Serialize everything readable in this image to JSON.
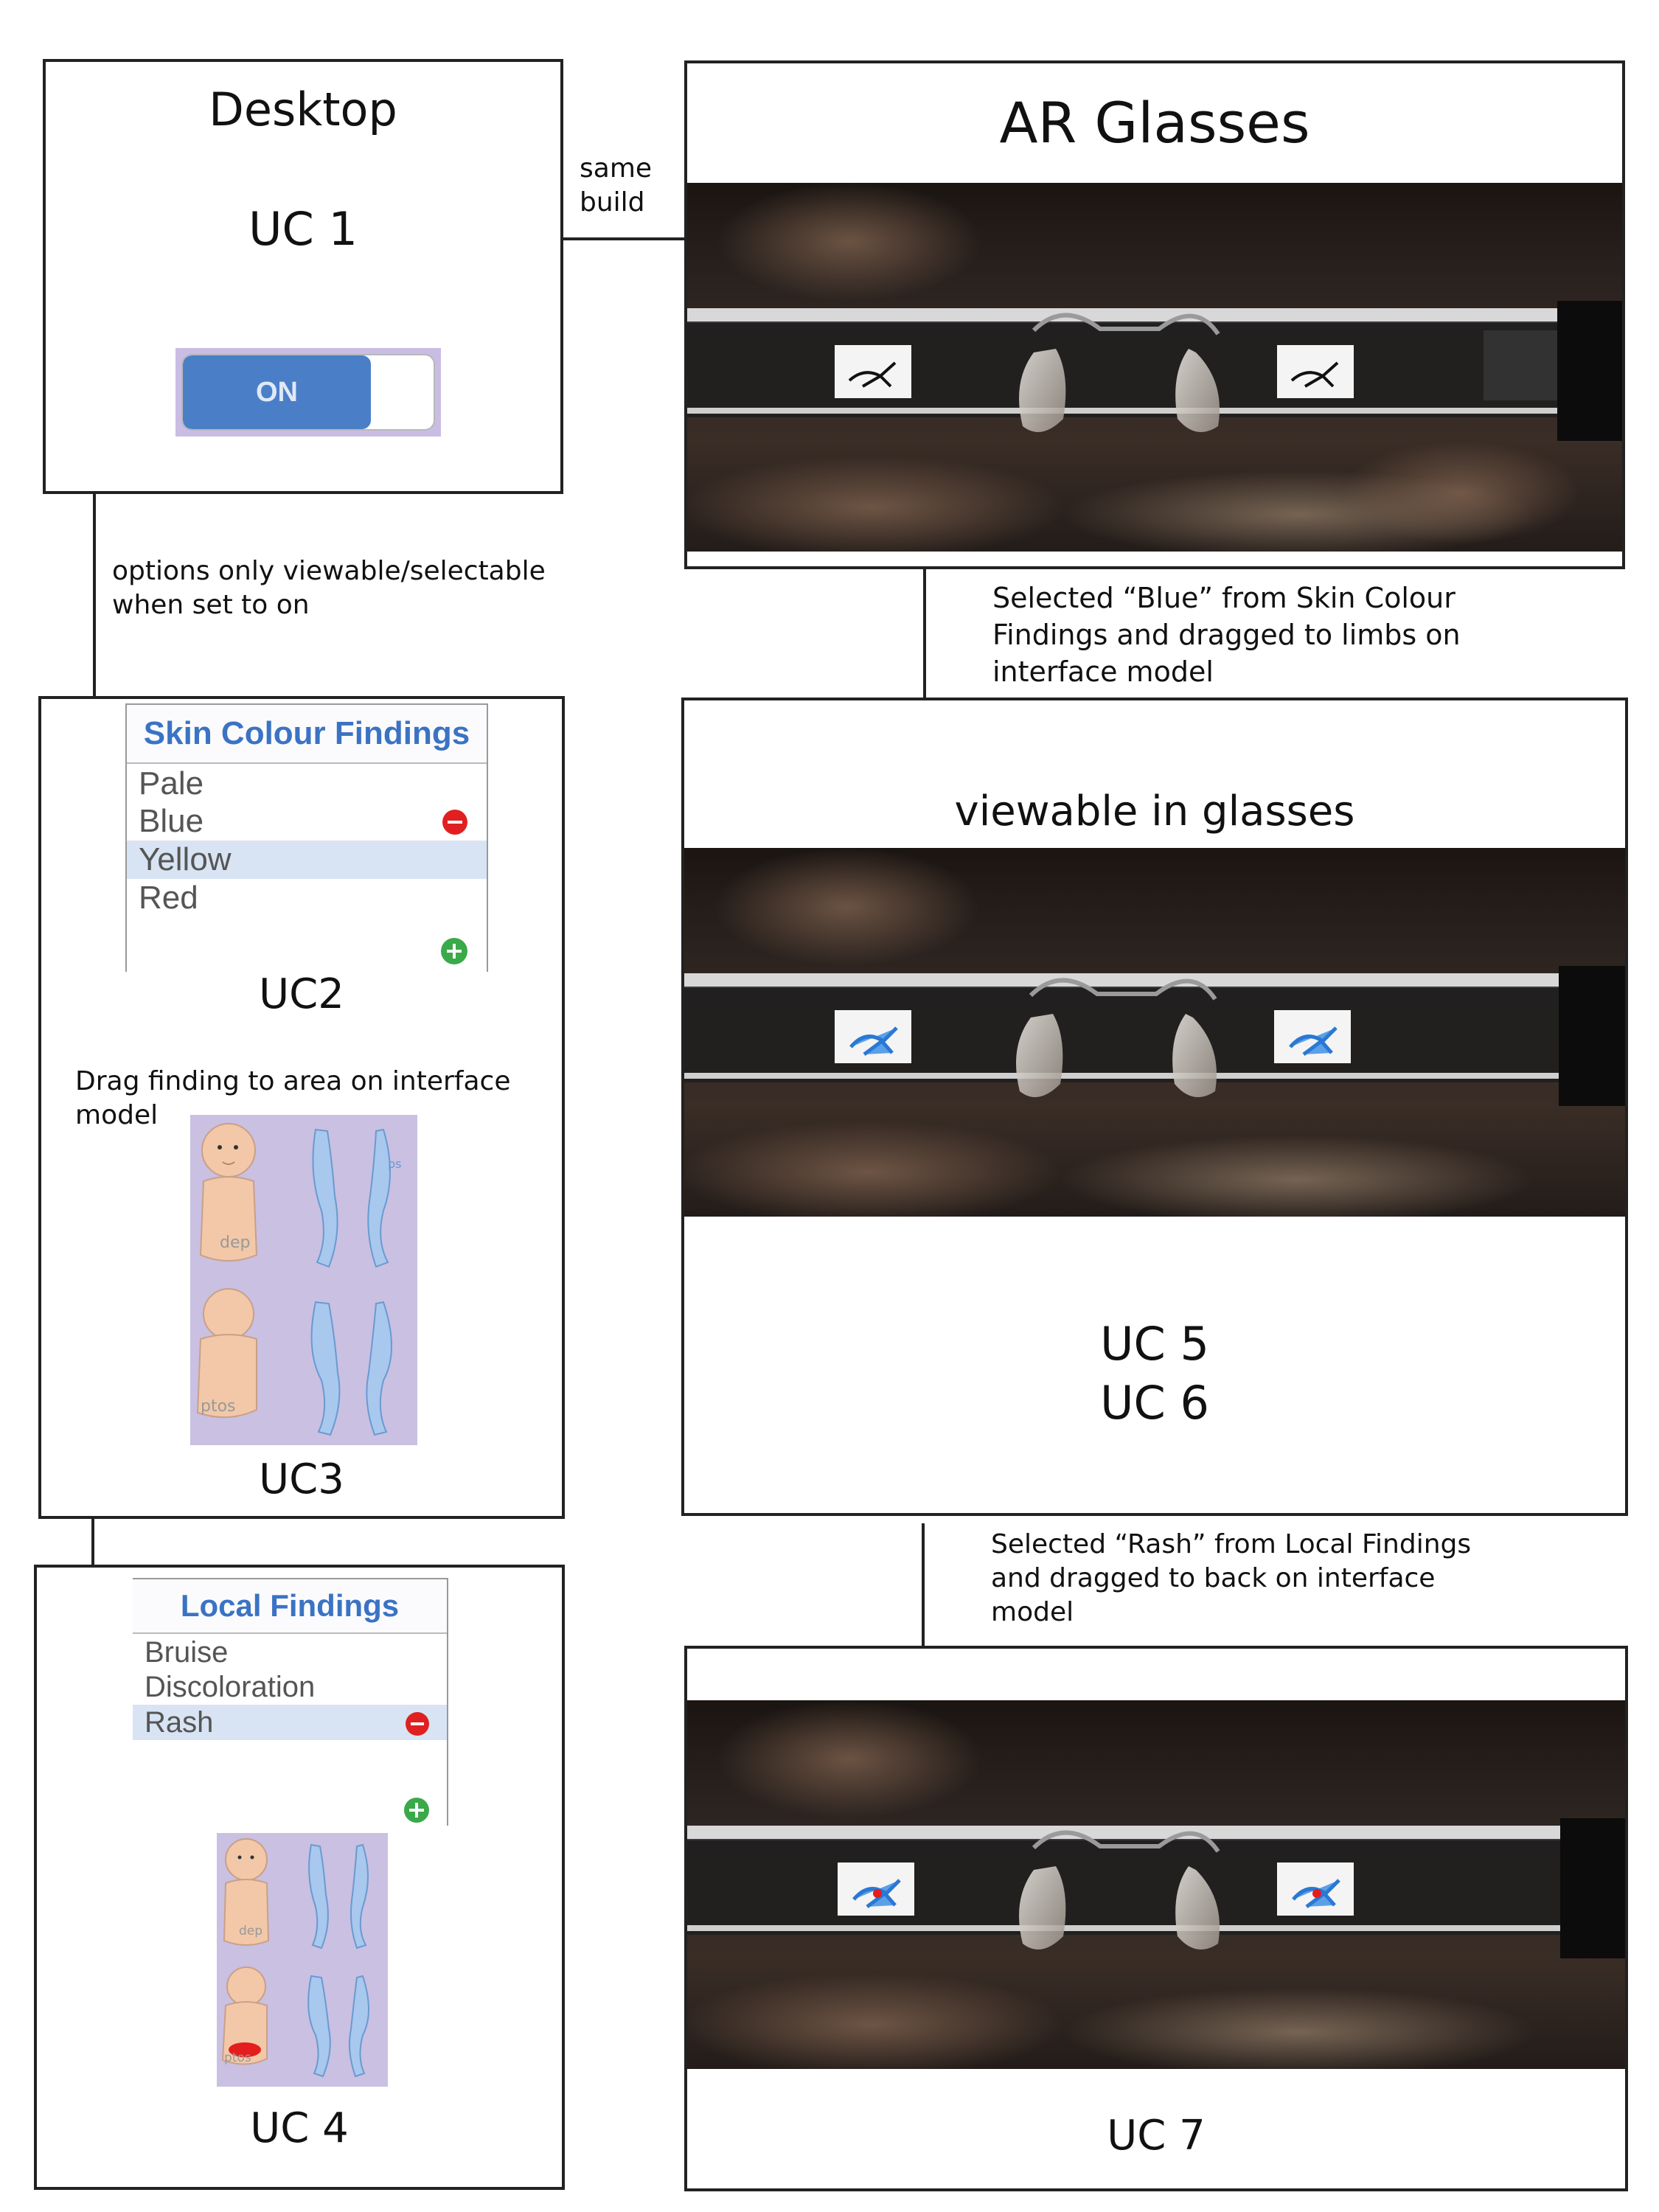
{
  "desktop": {
    "title": "Desktop",
    "uc": "UC 1",
    "toggle_label": "ON"
  },
  "connector_notes": {
    "same_build_line1": "same",
    "same_build_line2": "build",
    "options_line1": "options only viewable/selectable",
    "options_line2": "when set to on",
    "blue_line1": "Selected “Blue” from Skin Colour",
    "blue_line2": "Findings and dragged to limbs on",
    "blue_line3": "interface model",
    "rash_line1": "Selected “Rash” from Local Findings",
    "rash_line2": "and dragged to back on interface",
    "rash_line3": "model"
  },
  "ar_glasses": {
    "title": "AR Glasses"
  },
  "skin_colour": {
    "header": "Skin Colour Findings",
    "items": [
      "Pale",
      "Blue",
      "Yellow",
      "Red"
    ],
    "uc": "UC2"
  },
  "drag_instruction": "Drag finding to area on interface model",
  "uc3": "UC3",
  "model_labels": {
    "dep": "dep",
    "ptos": "ptos",
    "ps": "ps",
    "ptos_small": "ptos"
  },
  "viewable": {
    "title": "viewable in glasses",
    "uc_a": "UC 5",
    "uc_b": "UC 6"
  },
  "local_findings": {
    "header": "Local Findings",
    "items": [
      "Bruise",
      "Discoloration",
      "Rash"
    ],
    "uc": "UC 4"
  },
  "uc7": "UC 7",
  "colors": {
    "accent_blue": "#3b73c4",
    "toggle_blue": "#4a7fc8",
    "model_bg": "#c9c0e2",
    "minus_red": "#e02020",
    "plus_green": "#3aa94a"
  },
  "icons": [
    "minus-circle-icon",
    "plus-circle-icon",
    "body-model-figure",
    "glasses-photo",
    "glasses-marker-icon"
  ]
}
